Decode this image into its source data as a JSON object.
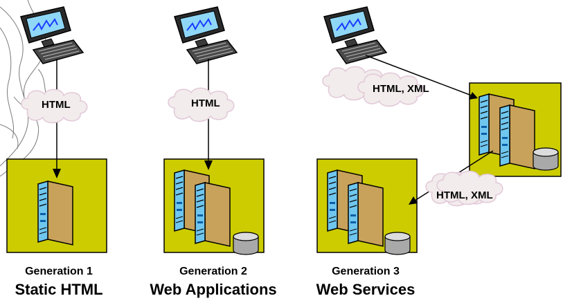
{
  "colors": {
    "server_box": "#cccc00",
    "cloud_fill": "#f2ecec",
    "monitor_screen": "#8fd7f7",
    "server_face": "#6fc6ee",
    "server_side": "#c8a25a"
  },
  "clouds": [
    {
      "label": "HTML"
    },
    {
      "label": "HTML"
    },
    {
      "label": "HTML, XML"
    },
    {
      "label": "HTML, XML"
    }
  ],
  "generations": [
    {
      "number_label": "Generation 1",
      "title": "Static HTML"
    },
    {
      "number_label": "Generation 2",
      "title": "Web Applications"
    },
    {
      "number_label": "Generation 3",
      "title": "Web Services"
    }
  ],
  "icons": [
    "computer-icon",
    "server-icon",
    "database-icon",
    "cloud-icon",
    "map-background"
  ]
}
